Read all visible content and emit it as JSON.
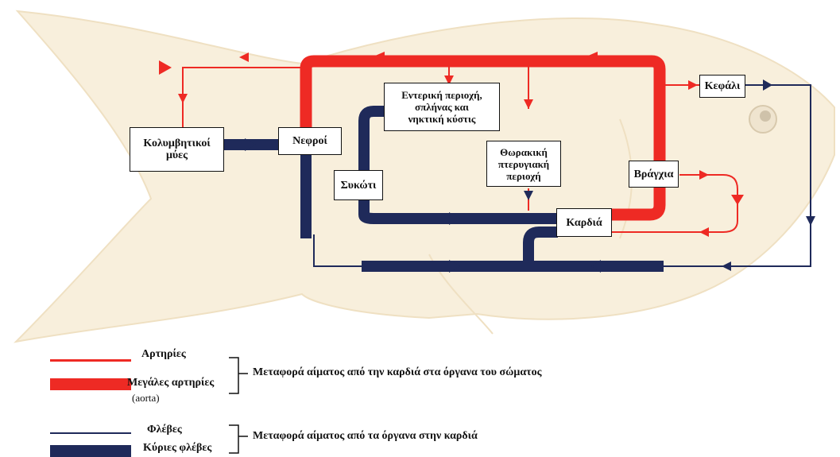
{
  "organs": {
    "swim_muscles": "Κολυμβητικοί\nμύες",
    "kidneys": "Νεφροί",
    "intestinal": "Εντερική περιοχή,\nσπλήνας και\nνηκτική κύστις",
    "thoracic": "Θωρακική\nπτερυγιακή\nπεριοχή",
    "liver": "Συκώτι",
    "gills": "Βράγχια",
    "head": "Κεφάλι",
    "heart": "Καρδιά"
  },
  "legend": {
    "arteries": "Αρτηρίες",
    "major_arteries": "Μεγάλες αρτηρίες",
    "aorta": "(aorta)",
    "arteries_desc": "Μεταφορά αίματος από την καρδιά στα όργανα του σώματος",
    "veins": "Φλέβες",
    "major_veins": "Κύριες φλέβες",
    "veins_desc": "Μεταφορά αίματος από τα όργανα στην καρδιά"
  },
  "colors": {
    "artery": "#ee2a24",
    "vein": "#1f2a5a",
    "fish_fill": "#f8efdc",
    "fish_stroke": "#efe0c2"
  }
}
